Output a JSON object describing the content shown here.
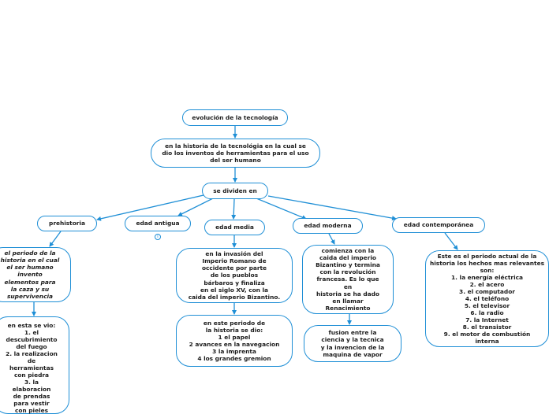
{
  "diagram": {
    "nodes": {
      "root": "evolución de la tecnología",
      "definition": "en la historia de la tecnológia en la cual se\ndio los inventos de herramientas para el uso\ndel ser humano",
      "divided": "se dividen en",
      "prehistoria": "prehistoria",
      "edad_antigua": "edad antigua",
      "edad_media": "edad media",
      "edad_moderna": "edad moderna",
      "edad_contemporanea": "edad contemporánea",
      "prehistoria_desc": "el periodo de la\nhistoria en el cual\nel ser humano\ninvento\nelementos para\nla caza y su\nsupervivencia",
      "prehistoria_list": "en esta se vio:\n1. el\ndescubrimiento\ndel fuego\n2. la realizacion\nde\nherramientas\ncon piedra\n3. la\nelaboracion\nde prendas\npara vestir\ncon pieles",
      "edad_media_desc": "en la invasión del\nImperio Romano de\noccidente por parte\nde los pueblos\nbárbaros y finaliza\nen el siglo XV, con la\ncaida del imperio Bizantino.",
      "edad_media_list": "en este periodo de\nla historia se dio:\n1 el papel\n2 avances en la navegacion\n3 la imprenta\n4 los grandes gremion",
      "edad_moderna_desc": "comienza con la\ncaida del imperio\nBizantino y termina\ncon la revolución\nfrancesa. Es lo que\nen\nhistoria se ha dado\nen llamar\nRenacimiento",
      "edad_moderna_list": "fusion entre la\nciencia y la tecnica\ny la invencion de la\nmaquina de vapor",
      "edad_contemporanea_desc": "Este es el periodo actual de la\nhistoria los hechos mas relevantes\nson:\n1. la energía eléctrica\n2. el acero\n3. el computador\n4. el teléfono\n5. el televisor\n6. la radio\n7. la Internet\n8. el transistor\n9. el motor de combustión\ninterna"
    },
    "note_icon": "i",
    "colors": {
      "border": "#1f8fd6",
      "connector": "#1f8fd6",
      "text": "#1a1a1a",
      "background": "#ffffff"
    }
  }
}
